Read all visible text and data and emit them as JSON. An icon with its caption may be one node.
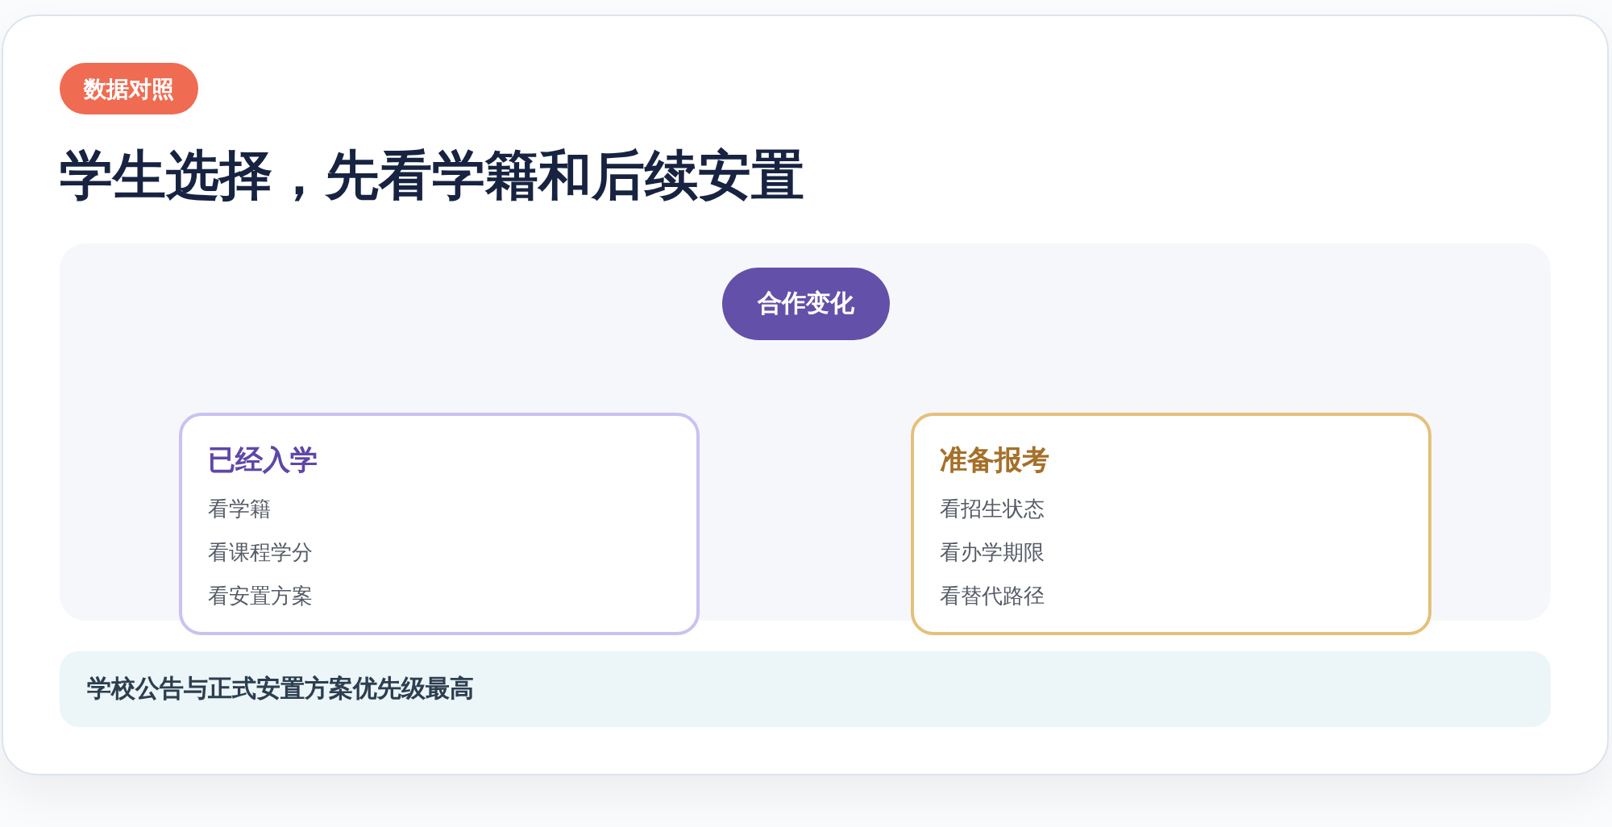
{
  "diagram": {
    "title": "学生选择，先看学籍和后续安置",
    "nodes": [
      {
        "text": [
          "数据对照"
        ]
      },
      {
        "text": [],
        "shape": "box"
      },
      {
        "text": [
          "合作变化"
        ],
        "in": 1
      },
      {
        "text": [
          "已经入学",
          "看学籍",
          "看课程学分",
          "看安置方案"
        ]
      },
      {
        "text": [
          "准备报考",
          "看招生状态",
          "看办学期限",
          "看替代路径"
        ]
      },
      {
        "text": [
          "学校公告与正式安置方案优先级最高"
        ]
      }
    ]
  }
}
